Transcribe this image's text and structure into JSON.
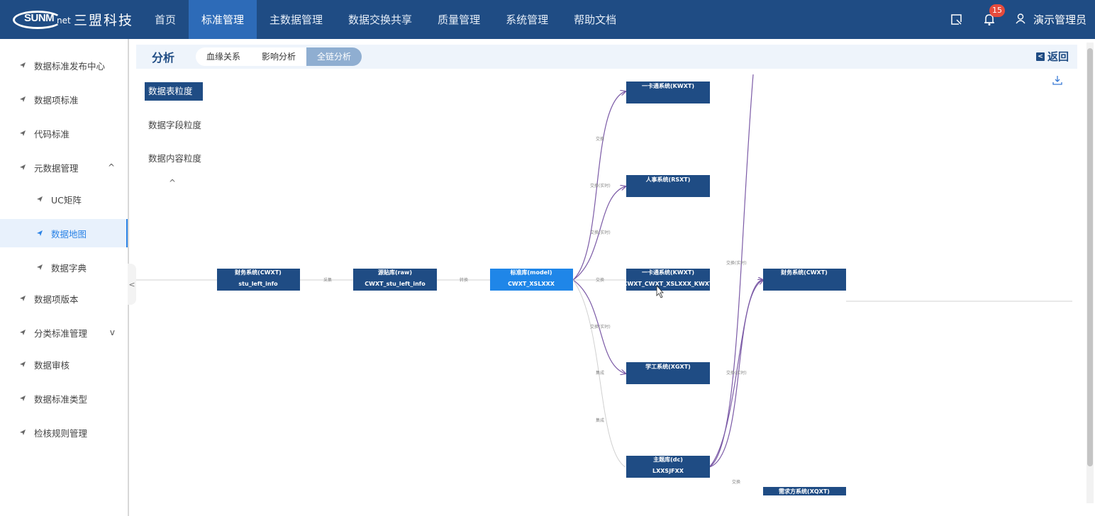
{
  "brand": {
    "mark": "SUNM",
    "net": "net",
    "name": "三盟科技"
  },
  "nav": {
    "items": [
      {
        "label": "首页"
      },
      {
        "label": "标准管理"
      },
      {
        "label": "主数据管理"
      },
      {
        "label": "数据交换共享"
      },
      {
        "label": "质量管理"
      },
      {
        "label": "系统管理"
      },
      {
        "label": "帮助文档"
      }
    ],
    "active_index": 1
  },
  "header": {
    "notifications": "15",
    "user": "演示管理员"
  },
  "sidebar": {
    "items": [
      {
        "label": "数据标准发布中心"
      },
      {
        "label": "数据项标准"
      },
      {
        "label": "代码标准"
      },
      {
        "label": "元数据管理"
      },
      {
        "label": "UC矩阵"
      },
      {
        "label": "数据地图"
      },
      {
        "label": "数据字典"
      },
      {
        "label": "数据项版本"
      },
      {
        "label": "分类标准管理"
      },
      {
        "label": "数据审核"
      },
      {
        "label": "数据标准类型"
      },
      {
        "label": "检核规则管理"
      }
    ],
    "expanded_caret": "^",
    "collapsed_caret": "v",
    "collapse_arrow": "<"
  },
  "analysis": {
    "title": "分析",
    "tabs": [
      {
        "label": "血缘关系"
      },
      {
        "label": "影响分析"
      },
      {
        "label": "全链分析"
      }
    ],
    "active_tab": 2,
    "back_icon": "<",
    "back_label": "返回"
  },
  "granularity": {
    "items": [
      {
        "label": "数据表粒度"
      },
      {
        "label": "数据字段粒度"
      },
      {
        "label": "数据内容粒度"
      }
    ],
    "active_index": 0,
    "collapse_caret": "^"
  },
  "graph": {
    "nodes": [
      {
        "id": "n1",
        "line1": "财务系统(CWXT)",
        "line2": "stu_left_info"
      },
      {
        "id": "n2",
        "line1": "源贴库(raw)",
        "line2": "CWXT_stu_left_info"
      },
      {
        "id": "n3",
        "line1": "标准库(model)",
        "line2": "CWXT_XSLXXX"
      },
      {
        "id": "n4",
        "line1": "一卡通系统(KWXT)",
        "line2": ""
      },
      {
        "id": "n5",
        "line1": "人事系统(RSXT)",
        "line2": ""
      },
      {
        "id": "n6",
        "line1": "一卡通系统(KWXT)",
        "line2": "CWXT_CWXT_XSLXXX_KWXT"
      },
      {
        "id": "n7",
        "line1": "学工系统(XGXT)",
        "line2": ""
      },
      {
        "id": "n8",
        "line1": "主题库(dc)",
        "line2": "LXXSJFXX"
      },
      {
        "id": "n9",
        "line1": "财务系统(CWXT)",
        "line2": ""
      },
      {
        "id": "n10",
        "line1": "需求方系统(XQXT)",
        "line2": ""
      }
    ],
    "edge_labels": {
      "n1_n2": "采集",
      "n2_n3": "转换",
      "to_n4": "交换",
      "to_n5": "交换(实时)",
      "to_n5b": "交换(实时)",
      "to_n6": "交换",
      "to_n7": "交换(实时)",
      "to_n7b": "集成",
      "to_n8": "集成",
      "to_n9a": "交换(实时)",
      "to_n9b": "交换(实时)",
      "to_n10": "交换"
    }
  }
}
